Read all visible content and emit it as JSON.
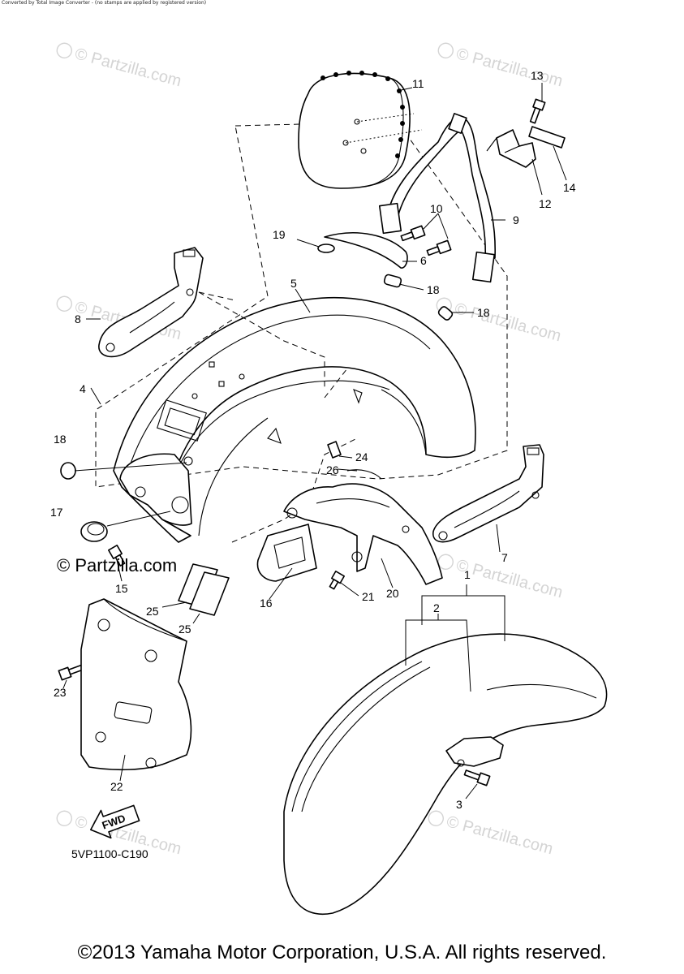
{
  "header_note": "Converted by Total Image Converter - (no stamps are applied by registered version)",
  "watermark": "© Partzilla.com",
  "brand_mark": "© Partzilla.com",
  "diagram_code": "5VP1100-C190",
  "fwd_label": "FWD",
  "copyright": "©2013 Yamaha Motor Corporation, U.S.A. All rights reserved.",
  "callouts": [
    "1",
    "2",
    "3",
    "4",
    "5",
    "6",
    "7",
    "8",
    "9",
    "10",
    "11",
    "12",
    "13",
    "14",
    "16",
    "17",
    "18",
    "18",
    "18",
    "19",
    "20",
    "21",
    "22",
    "23",
    "24",
    "25",
    "25",
    "26",
    "15"
  ]
}
